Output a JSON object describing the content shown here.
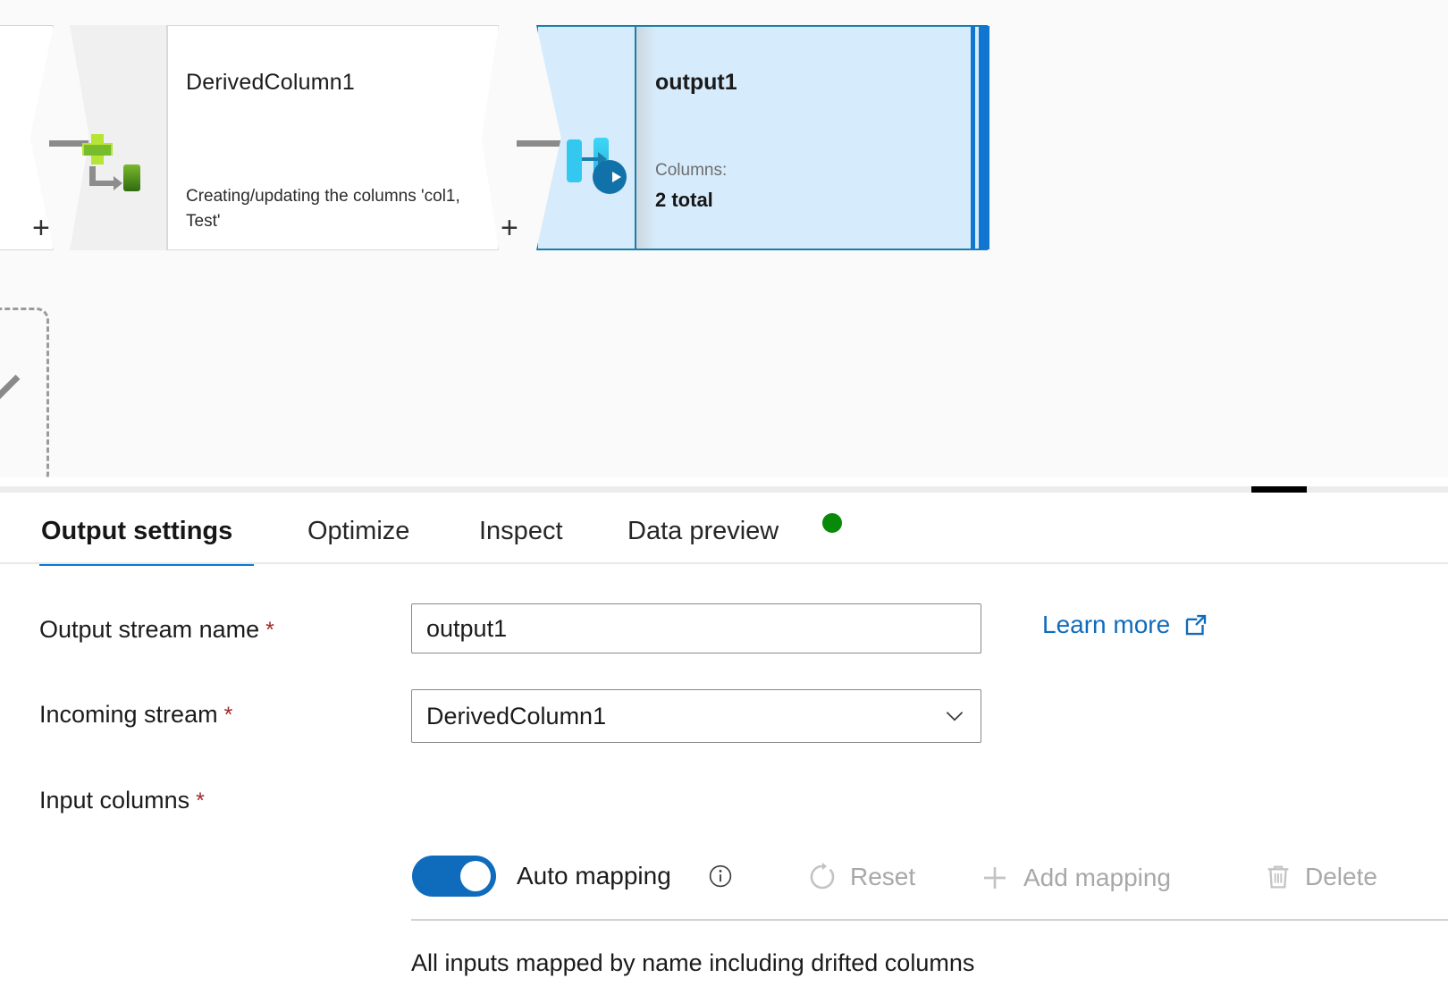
{
  "canvas": {
    "derived_node": {
      "title": "DerivedColumn1",
      "description": "Creating/updating the columns 'col1, Test'",
      "add_label": "+",
      "icon": "derived-column-icon"
    },
    "stub_node": {
      "add_label": "+"
    },
    "output_node": {
      "title": "output1",
      "columns_label": "Columns:",
      "columns_value": "2 total",
      "icon": "sink-output-icon",
      "selected": true
    },
    "placeholder": {
      "name": "dashed-placeholder-node"
    }
  },
  "splitter": {
    "name": "panel-resize-handle"
  },
  "panel": {
    "tabs": [
      {
        "label": "Output settings",
        "active": true
      },
      {
        "label": "Optimize",
        "active": false
      },
      {
        "label": "Inspect",
        "active": false
      },
      {
        "label": "Data preview",
        "active": false,
        "status_dot": "#078a07"
      }
    ],
    "fields": {
      "output_stream_name": {
        "label": "Output stream name",
        "required_marker": "*",
        "value": "output1",
        "placeholder": "Output stream name"
      },
      "incoming_stream": {
        "label": "Incoming stream",
        "required_marker": "*",
        "value": "DerivedColumn1",
        "options": [
          "DerivedColumn1"
        ]
      },
      "input_columns": {
        "label": "Input columns",
        "required_marker": "*"
      }
    },
    "learn_more": {
      "label": "Learn more",
      "icon": "external-link-icon"
    },
    "auto_mapping": {
      "label": "Auto mapping",
      "enabled": true,
      "info_icon": "info-circle-icon"
    },
    "commands": [
      {
        "label": "Reset",
        "icon": "refresh-icon",
        "disabled": true
      },
      {
        "label": "Add mapping",
        "icon": "plus-icon",
        "disabled": true
      },
      {
        "label": "Delete",
        "icon": "trash-icon",
        "disabled": true
      }
    ],
    "mapping_note": "All inputs mapped by name including drifted columns"
  },
  "colors": {
    "accent": "#0f6cbd",
    "selection_border": "#1a7ead",
    "selection_fill": "#d6ebfb",
    "required": "#a4262c",
    "status_green": "#078a07",
    "disabled": "#a8a8a8"
  }
}
